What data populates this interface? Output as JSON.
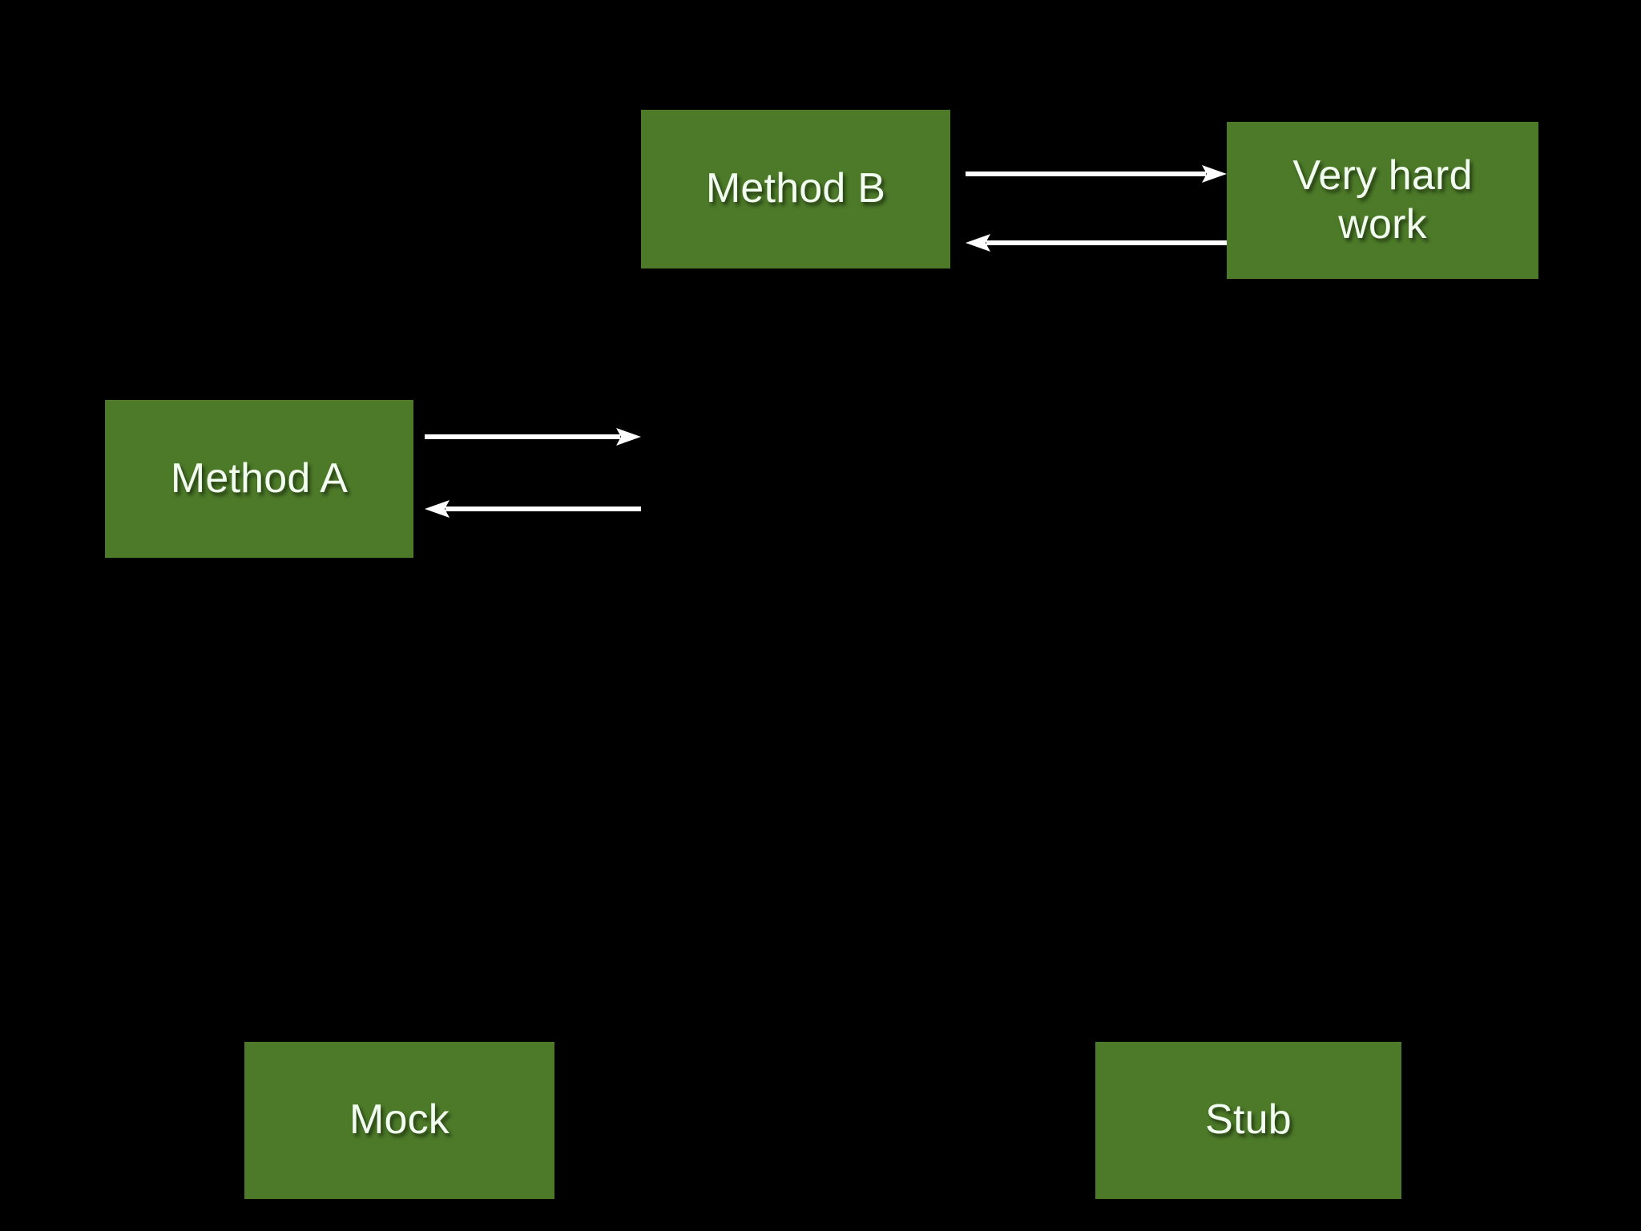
{
  "slide": {
    "background_color": "#000000",
    "box_color": "#4c7a28",
    "text_color": "#f2fff0",
    "arrow_color": "#ffffff",
    "title": ""
  },
  "boxes": [
    {
      "id": "method-b",
      "label": "Method B"
    },
    {
      "id": "very-hard-work",
      "label": "Very hard\nwork",
      "line1": "Very hard",
      "line2": "work"
    },
    {
      "id": "method-a",
      "label": "Method A"
    },
    {
      "id": "mock",
      "label": "Mock"
    },
    {
      "id": "stub",
      "label": "Stub"
    }
  ],
  "arrows": [
    {
      "id": "method-b-to-very-hard-work",
      "from": "Method B",
      "to": "Very hard work",
      "direction": "right",
      "label": ""
    },
    {
      "id": "very-hard-work-to-method-b",
      "from": "Very hard work",
      "to": "Method B",
      "direction": "left",
      "label": ""
    },
    {
      "id": "method-a-outgoing",
      "from": "Method A",
      "to": "",
      "direction": "right",
      "label": ""
    },
    {
      "id": "method-a-incoming",
      "from": "",
      "to": "Method A",
      "direction": "left",
      "label": ""
    }
  ]
}
